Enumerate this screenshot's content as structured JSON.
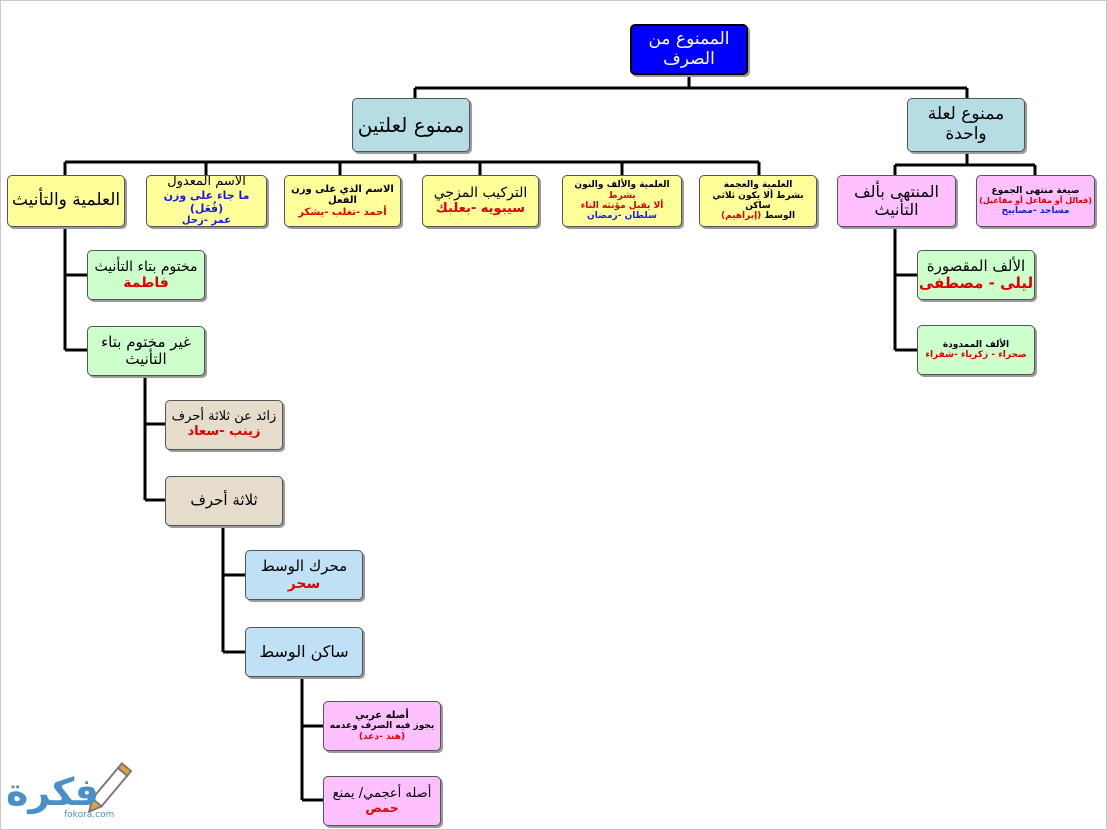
{
  "root": {
    "l1": "الممنوع من",
    "l2": "الصرف"
  },
  "two_causes": "ممنوع لعلتين",
  "one_cause": {
    "l1": "ممنوع لعلة",
    "l2": "واحدة"
  },
  "gender": "العلمية والتأنيث",
  "maadul": {
    "title": "الاسم المعدول",
    "line1": "ما جاء على وزن (فُعَل)",
    "line2": "عمر -زحل"
  },
  "verb_form": {
    "title": "الاسم الذي على وزن الفعل",
    "line1": "أحمد -تغلب -يشكر"
  },
  "compound": {
    "title": "التركيب المزجي",
    "line1": "سيبويه -بعلبك"
  },
  "alif_nun": {
    "title": "العلمية والألف والنون",
    "title_cond": "بشرط",
    "line1": "ألا يقبل مؤنثه التاء",
    "line2": "سلطان -رمضان"
  },
  "ajama": {
    "title": "العلمية والعجمة",
    "line1": "بشرط ألا يكون ثلاثي ساكن",
    "line2": "الوسط",
    "line2b": "(إبراهيم)"
  },
  "alif_tanith": {
    "l1": "المنتهى بألف",
    "l2": "التأنيث"
  },
  "plural": {
    "title": "صيغة منتهى الجموع",
    "line1": "(فعالل أو مفاعل أو مفاعيل)",
    "line2": "مساجد -مصابيح"
  },
  "maqsura": {
    "title": "الألف المقصورة",
    "line1": "ليلى - مصطفى"
  },
  "mamduda": {
    "title": "الألف الممدودة",
    "line1": "صحراء - زكرياء -شفراء"
  },
  "ta_ended": {
    "title": "مختوم بتاء التأنيث",
    "line1": "فاطمة"
  },
  "not_ta": {
    "l1": "غير مختوم بتاء",
    "l2": "التأنيث"
  },
  "over_three": {
    "title": "زائد عن ثلاثة أحرف",
    "line1": "زينب -سعاد"
  },
  "three": "ثلاثة أحرف",
  "mid_moving": {
    "title": "محرك الوسط",
    "line1": "سحر"
  },
  "mid_still": "ساكن الوسط",
  "arabic_origin": {
    "title": "أصله عربي",
    "line1": "يجوز فيه الصرف وعدمه",
    "line2": "(هند -دعد)"
  },
  "foreign_origin": {
    "title": "أصله أعجمي/ يمنع",
    "line1": "حمص"
  },
  "logo": {
    "name": "فكرة",
    "site": "fokora.com"
  }
}
